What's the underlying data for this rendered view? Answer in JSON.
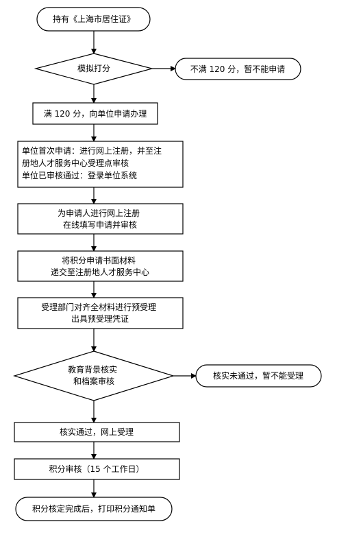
{
  "nodes": {
    "start": {
      "lines": [
        "持有《上海市居住证》"
      ]
    },
    "score": {
      "lines": [
        "模拟打分"
      ]
    },
    "score_fail": {
      "lines": [
        "不满 120 分，暂不能申请"
      ]
    },
    "score_pass": {
      "lines": [
        "满 120 分，向单位申请办理"
      ]
    },
    "unit_apply": {
      "lines": [
        "单位首次申请：进行网上注册，并至注",
        "册地人才服务中心受理点审核",
        "单位已审核通过：登录单位系统"
      ]
    },
    "register": {
      "lines": [
        "为申请人进行网上注册",
        "在线填写申请并审核"
      ]
    },
    "submit": {
      "lines": [
        "将积分申请书面材料",
        "递交至注册地人才服务中心"
      ]
    },
    "preaccept": {
      "lines": [
        "受理部门对齐全材料进行预受理",
        "出具预受理凭证"
      ]
    },
    "verify": {
      "lines": [
        "教育背景核实",
        "和档案审核"
      ]
    },
    "verify_fail": {
      "lines": [
        "核实未通过，暂不能受理"
      ]
    },
    "verify_pass": {
      "lines": [
        "核实通过，网上受理"
      ]
    },
    "review": {
      "lines": [
        "积分审核（15 个工作日）"
      ]
    },
    "end": {
      "lines": [
        "积分核定完成后，打印积分通知单"
      ]
    }
  }
}
